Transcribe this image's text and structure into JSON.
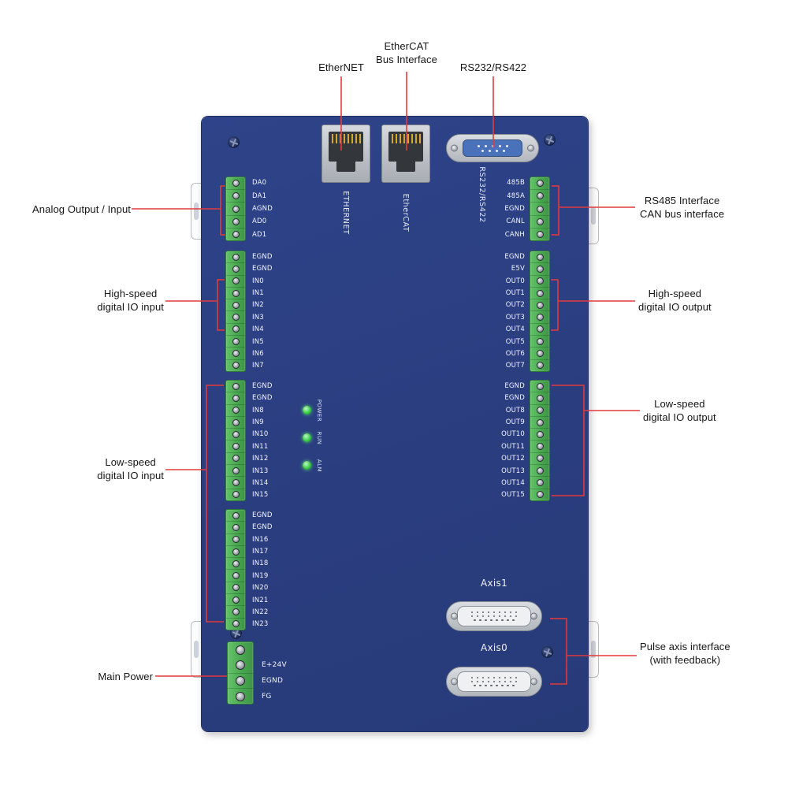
{
  "colors": {
    "board_blue": "#2a3d7e",
    "terminal_green": "#49a850",
    "callout_red": "#e23b3b",
    "led_green": "#3fd14c"
  },
  "callouts": {
    "top": [
      {
        "label": "EtherNET"
      },
      {
        "label": "EtherCAT\nBus Interface"
      },
      {
        "label": "RS232/RS422"
      }
    ],
    "left": [
      {
        "label": "Analog Output / Input"
      },
      {
        "label": "High-speed\ndigital IO input"
      },
      {
        "label": "Low-speed\ndigital IO input"
      },
      {
        "label": "Main Power"
      }
    ],
    "right": [
      {
        "label": "RS485 Interface\nCAN bus interface"
      },
      {
        "label": "High-speed\ndigital IO output"
      },
      {
        "label": "Low-speed\ndigital IO output"
      },
      {
        "label": "Pulse axis interface\n(with feedback)"
      }
    ]
  },
  "top_ports": {
    "ethernet_silk": "ETHERNET",
    "ethercat_silk": "EtherCAT",
    "serial_silk": "RS232/RS422"
  },
  "status_leds": [
    {
      "label": "POWER"
    },
    {
      "label": "RUN"
    },
    {
      "label": "ALM"
    }
  ],
  "axis_ports": [
    {
      "label": "Axis1"
    },
    {
      "label": "Axis0"
    }
  ],
  "terminal_blocks": {
    "analog": {
      "pins": [
        "DA0",
        "DA1",
        "AGND",
        "AD0",
        "AD1"
      ]
    },
    "hs_input": {
      "pins": [
        "EGND",
        "EGND",
        "IN0",
        "IN1",
        "IN2",
        "IN3",
        "IN4",
        "IN5",
        "IN6",
        "IN7"
      ]
    },
    "ls_input_a": {
      "pins": [
        "EGND",
        "EGND",
        "IN8",
        "IN9",
        "IN10",
        "IN11",
        "IN12",
        "IN13",
        "IN14",
        "IN15"
      ]
    },
    "ls_input_b": {
      "pins": [
        "EGND",
        "EGND",
        "IN16",
        "IN17",
        "IN18",
        "IN19",
        "IN20",
        "IN21",
        "IN22",
        "IN23"
      ]
    },
    "power": {
      "pins": [
        "E+24V",
        "EGND",
        "FG"
      ]
    },
    "rs485_can": {
      "pins": [
        "485B",
        "485A",
        "EGND",
        "CANL",
        "CANH"
      ]
    },
    "hs_output": {
      "pins": [
        "EGND",
        "E5V",
        "OUT0",
        "OUT1",
        "OUT2",
        "OUT3",
        "OUT4",
        "OUT5",
        "OUT6",
        "OUT7"
      ]
    },
    "ls_output": {
      "pins": [
        "EGND",
        "EGND",
        "OUT8",
        "OUT9",
        "OUT10",
        "OUT11",
        "OUT12",
        "OUT13",
        "OUT14",
        "OUT15"
      ]
    }
  }
}
